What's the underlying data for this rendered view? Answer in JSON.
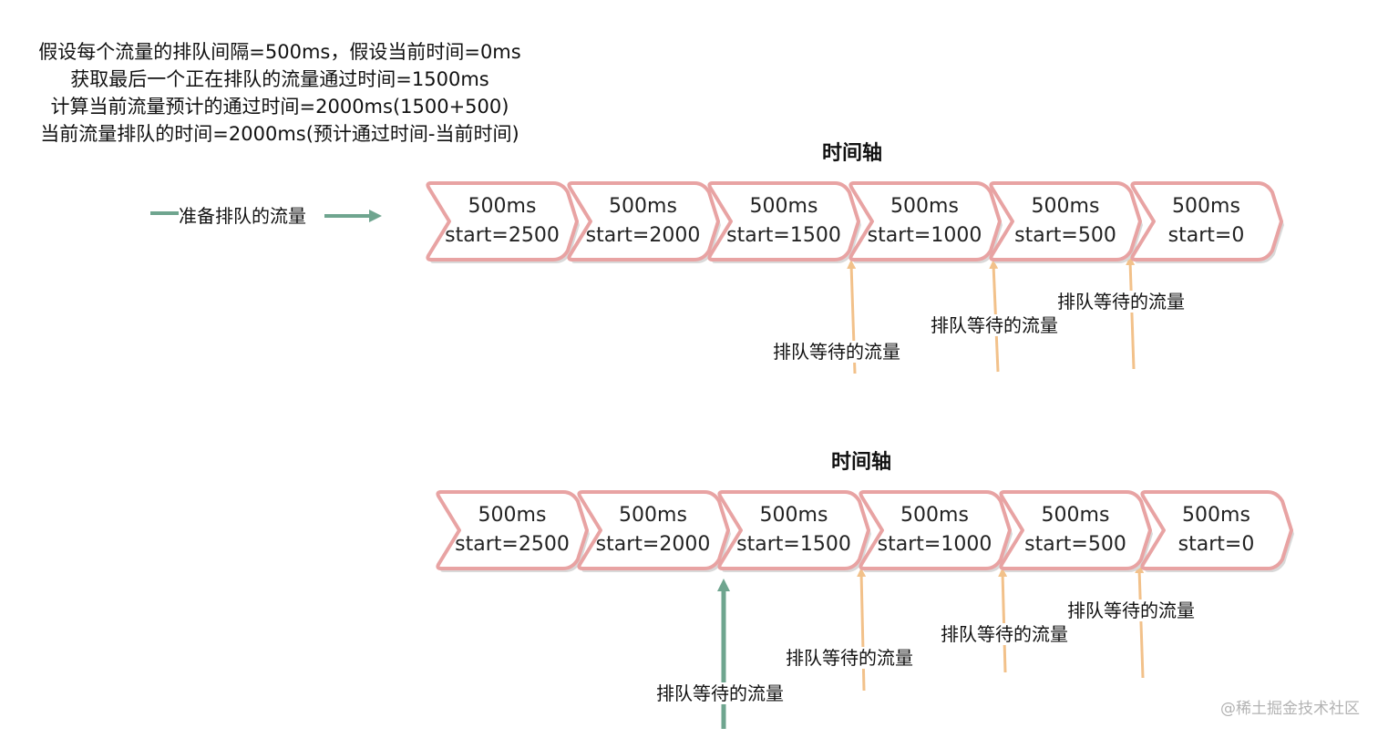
{
  "notes": [
    "假设每个流量的排队间隔=500ms，假设当前时间=0ms",
    "获取最后一个正在排队的流量通过时间=1500ms",
    "计算当前流量预计的通过时间=2000ms(1500+500)",
    "当前流量排队的时间=2000ms(预计通过时间-当前时间)"
  ],
  "incoming_label": "准备排队的流量",
  "timelines": [
    {
      "title": "时间轴",
      "segments": [
        {
          "duration": "500ms",
          "start": "start=2500"
        },
        {
          "duration": "500ms",
          "start": "start=2000"
        },
        {
          "duration": "500ms",
          "start": "start=1500"
        },
        {
          "duration": "500ms",
          "start": "start=1000"
        },
        {
          "duration": "500ms",
          "start": "start=500"
        },
        {
          "duration": "500ms",
          "start": "start=0"
        }
      ],
      "waiting_labels": [
        "排队等待的流量",
        "排队等待的流量",
        "排队等待的流量"
      ]
    },
    {
      "title": "时间轴",
      "segments": [
        {
          "duration": "500ms",
          "start": "start=2500"
        },
        {
          "duration": "500ms",
          "start": "start=2000"
        },
        {
          "duration": "500ms",
          "start": "start=1500"
        },
        {
          "duration": "500ms",
          "start": "start=1000"
        },
        {
          "duration": "500ms",
          "start": "start=500"
        },
        {
          "duration": "500ms",
          "start": "start=0"
        }
      ],
      "waiting_labels": [
        "排队等待的流量",
        "排队等待的流量",
        "排队等待的流量"
      ],
      "inserted_label": "排队等待的流量"
    }
  ],
  "watermark": "@稀土掘金技术社区",
  "colors": {
    "segment_border": "#e8a3a3",
    "segment_shadow": "#d9d9d9",
    "waiting_arrow": "#f2c18a",
    "incoming_arrow": "#6fa58f"
  }
}
